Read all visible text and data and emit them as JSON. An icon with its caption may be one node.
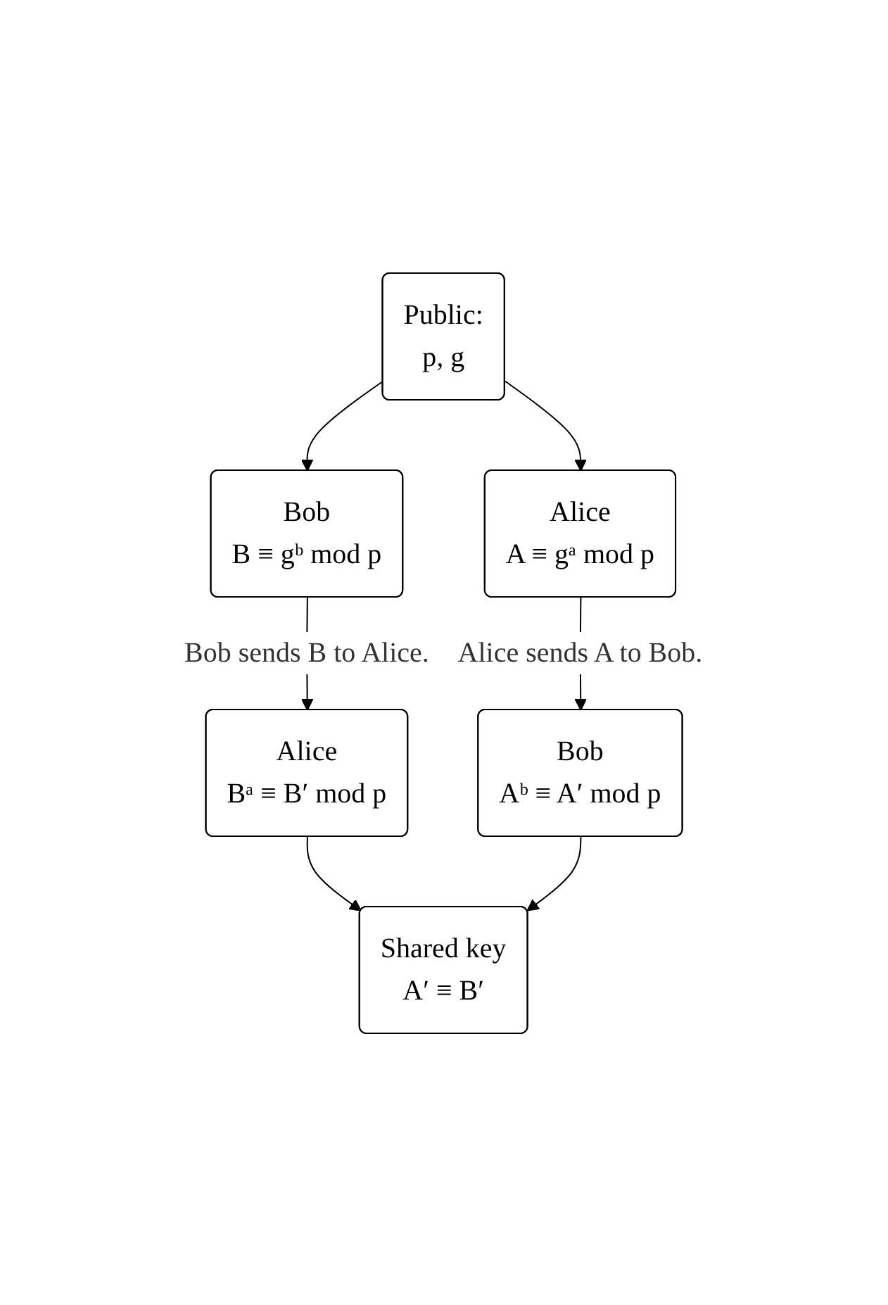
{
  "diagram": {
    "nodes": [
      {
        "text": [
          "Public:",
          "p, g"
        ]
      },
      {
        "text": [
          "Alice",
          "A ≡ gᵃ mod p"
        ]
      },
      {
        "text": [
          "Bob",
          "B ≡ gᵇ mod p"
        ]
      },
      {
        "text": [
          "Alice",
          "Bᵃ ≡ B′ mod p"
        ]
      },
      {
        "text": [
          "Bob",
          "Aᵇ ≡ A′ mod p"
        ]
      },
      {
        "text": [
          "Shared key",
          "A′ ≡ B′"
        ]
      }
    ],
    "edges": [
      {
        "from": 0,
        "to": 1,
        "arrow": "to"
      },
      {
        "from": 0,
        "to": 2,
        "arrow": "to"
      },
      {
        "from": 1,
        "to": 4,
        "arrow": "to",
        "label": "Alice sends A to Bob."
      },
      {
        "from": 2,
        "to": 3,
        "arrow": "to",
        "label": "Bob sends B to Alice."
      },
      {
        "from": 3,
        "to": 5,
        "arrow": "to"
      },
      {
        "from": 4,
        "to": 5,
        "arrow": "to"
      }
    ]
  }
}
